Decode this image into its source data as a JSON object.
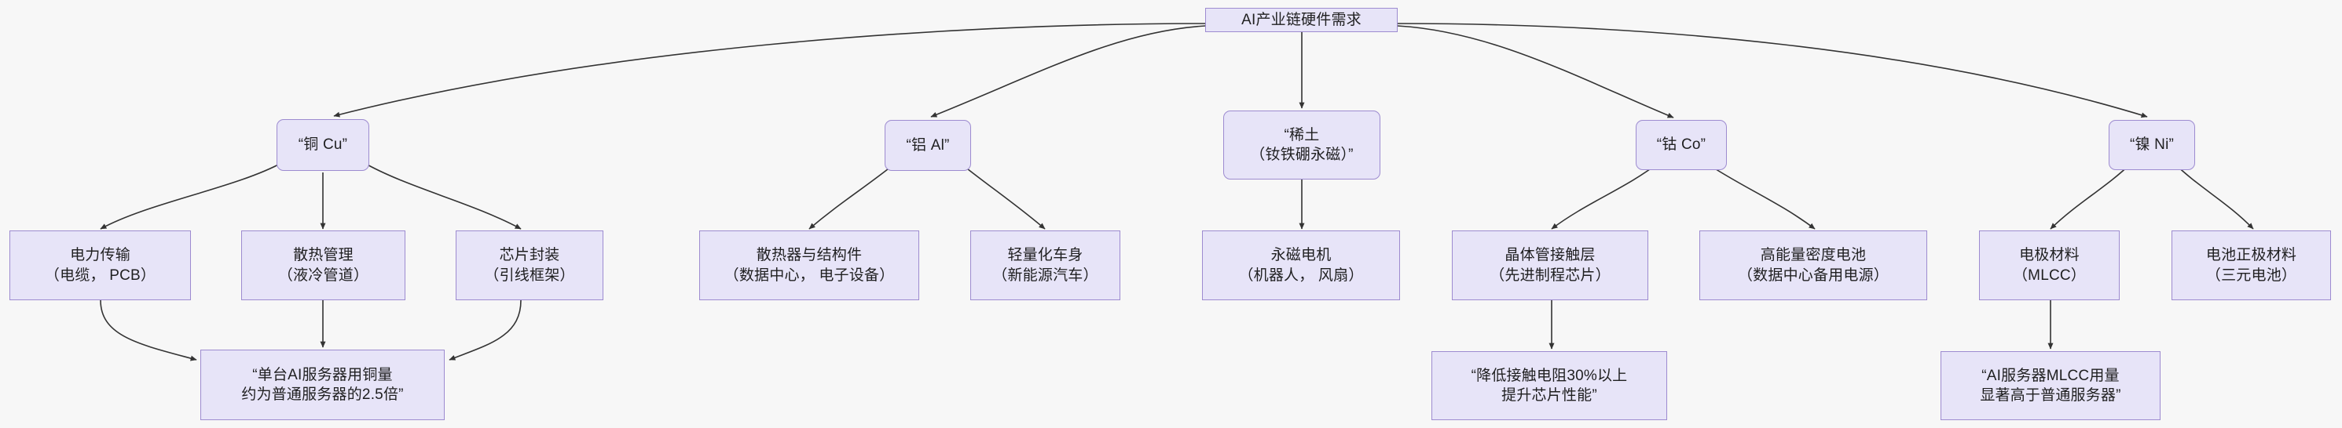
{
  "diagram": {
    "type": "flowchart",
    "direction": "top-down",
    "background_color": "#f7f7f7",
    "node_fill": "#e7e4f8",
    "node_border": "#9d8bd0",
    "edge_color": "#333333",
    "root": {
      "id": "root",
      "label": "AI产业链硬件需求"
    },
    "categories": [
      {
        "id": "cu",
        "label": "“铜 Cu”",
        "children": [
          {
            "id": "cu-1",
            "label": "电力传输\n（电缆，  PCB）"
          },
          {
            "id": "cu-2",
            "label": "散热管理\n（液冷管道）"
          },
          {
            "id": "cu-3",
            "label": "芯片封装\n（引线框架）"
          }
        ],
        "note": {
          "id": "cu-note",
          "label": "“单台AI服务器用铜量\n约为普通服务器的2.5倍”"
        }
      },
      {
        "id": "al",
        "label": "“铝 Al”",
        "children": [
          {
            "id": "al-1",
            "label": "散热器与结构件\n（数据中心，  电子设备）"
          },
          {
            "id": "al-2",
            "label": "轻量化车身\n（新能源汽车）"
          }
        ],
        "note": null
      },
      {
        "id": "re",
        "label": "“稀土\n（钕铁硼永磁）”",
        "children": [
          {
            "id": "re-1",
            "label": "永磁电机\n（机器人，  风扇）"
          }
        ],
        "note": null
      },
      {
        "id": "co",
        "label": "“钴 Co”",
        "children": [
          {
            "id": "co-1",
            "label": "晶体管接触层\n（先进制程芯片）"
          },
          {
            "id": "co-2",
            "label": "高能量密度电池\n（数据中心备用电源）"
          }
        ],
        "note": {
          "id": "co-note",
          "label": "“降低接触电阻30%以上\n提升芯片性能”"
        }
      },
      {
        "id": "ni",
        "label": "“镍 Ni”",
        "children": [
          {
            "id": "ni-1",
            "label": "电极材料\n（MLCC）"
          },
          {
            "id": "ni-2",
            "label": "电池正极材料\n（三元电池）"
          }
        ],
        "note": {
          "id": "ni-note",
          "label": "“AI服务器MLCC用量\n显著高于普通服务器”"
        }
      }
    ]
  }
}
